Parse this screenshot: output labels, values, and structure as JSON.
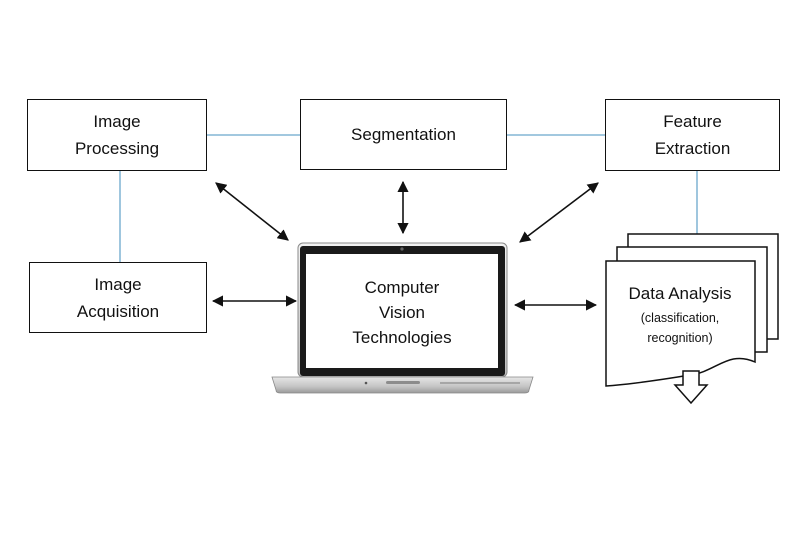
{
  "diagram": {
    "nodes": {
      "image_processing": {
        "line1": "Image",
        "line2": "Processing"
      },
      "segmentation": {
        "label": "Segmentation"
      },
      "feature_extraction": {
        "line1": "Feature",
        "line2": "Extraction"
      },
      "image_acquisition": {
        "line1": "Image",
        "line2": "Acquisition"
      },
      "computer_vision": {
        "line1": "Computer",
        "line2": "Vision",
        "line3": "Technologies"
      },
      "data_analysis": {
        "title": "Data Analysis",
        "sub1": "(classification,",
        "sub2": "recognition)"
      }
    },
    "edges": [
      {
        "from": "image_processing",
        "to": "computer_vision",
        "style": "double-arrow"
      },
      {
        "from": "segmentation",
        "to": "computer_vision",
        "style": "double-arrow"
      },
      {
        "from": "feature_extraction",
        "to": "computer_vision",
        "style": "double-arrow"
      },
      {
        "from": "image_acquisition",
        "to": "computer_vision",
        "style": "double-arrow"
      },
      {
        "from": "computer_vision",
        "to": "data_analysis",
        "style": "double-arrow"
      },
      {
        "from": "image_processing",
        "to": "segmentation",
        "style": "line"
      },
      {
        "from": "segmentation",
        "to": "feature_extraction",
        "style": "line"
      },
      {
        "from": "image_processing",
        "to": "image_acquisition",
        "style": "line"
      },
      {
        "from": "feature_extraction",
        "to": "data_analysis",
        "style": "line"
      }
    ],
    "colors": {
      "connector": "#6ba7cc",
      "border": "#111111"
    }
  }
}
